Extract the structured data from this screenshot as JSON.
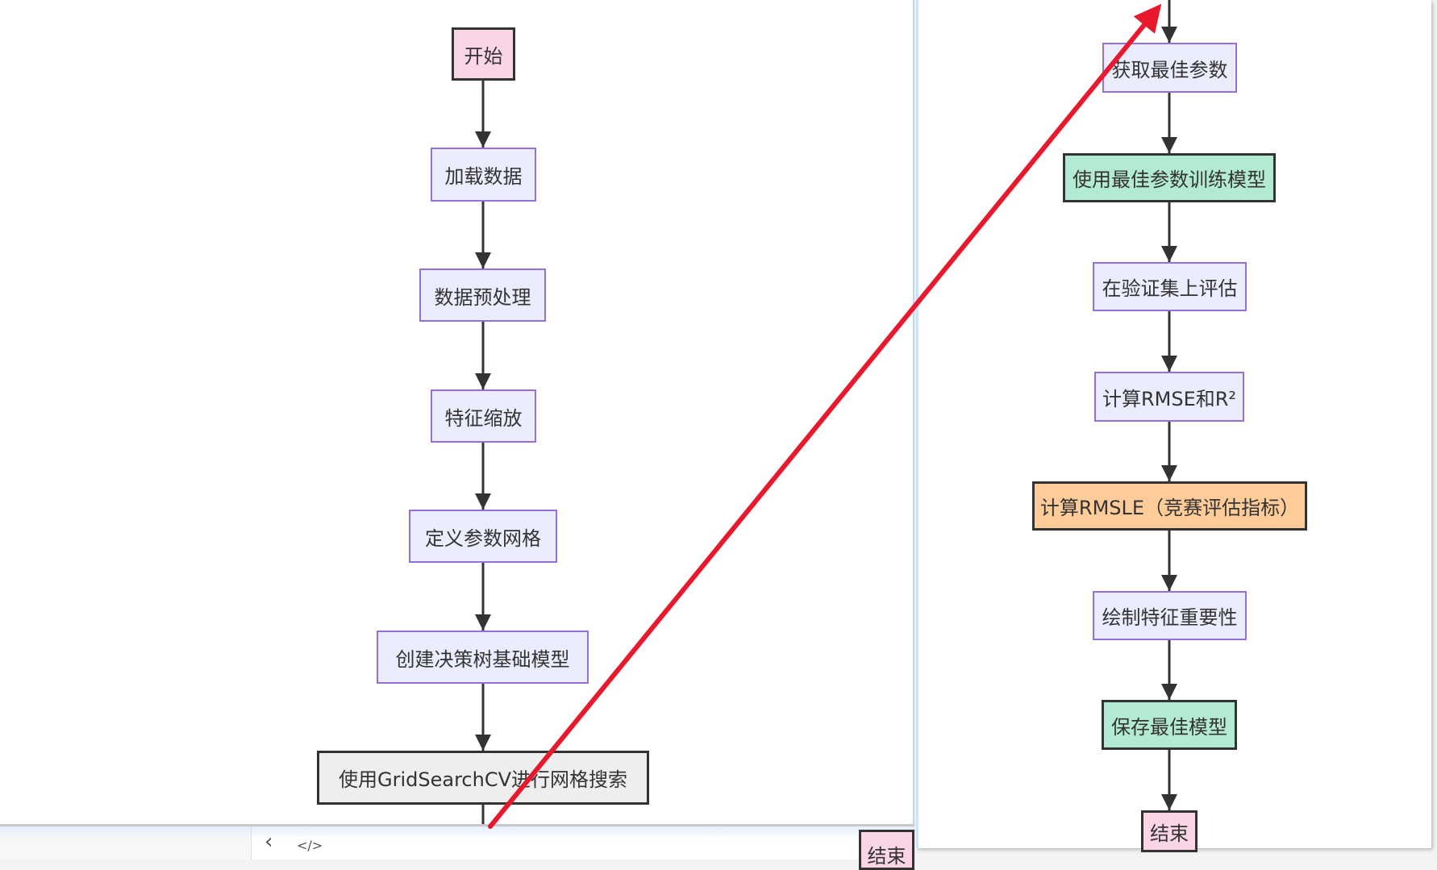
{
  "left_flow": {
    "start": "开始",
    "load_data": "加载数据",
    "preprocess": "数据预处理",
    "feature_scaling": "特征缩放",
    "param_grid": "定义参数网格",
    "base_model": "创建决策树基础模型",
    "grid_search": "使用GridSearchCV进行网格搜索",
    "end_partial": "结束"
  },
  "right_flow": {
    "best_params": "获取最佳参数",
    "train_best": "使用最佳参数训练模型",
    "evaluate": "在验证集上评估",
    "rmse_r2": "计算RMSE和R²",
    "rmsle": "计算RMSLE（竞赛评估指标）",
    "feature_importance": "绘制特征重要性",
    "save_model": "保存最佳模型",
    "end": "结束"
  },
  "toolbar": {
    "back_icon": "chevron-left-icon",
    "code_icon": "code-icon",
    "back_glyph": "‹",
    "code_glyph": "</>"
  },
  "colors": {
    "annotation_arrow": "#e8192c",
    "start_end": "#f9d5e5",
    "process": "#ececff",
    "highlight_green": "#b3ead3",
    "highlight_orange": "#ffcc99",
    "grid_search": "#eeeeee"
  }
}
